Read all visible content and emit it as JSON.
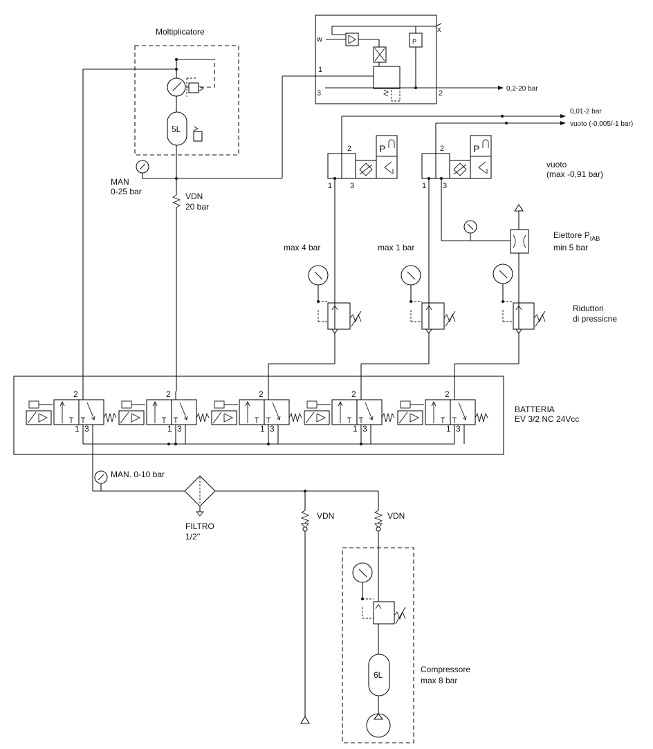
{
  "labels": {
    "moltiplicatore": "Moltiplicatore",
    "accumulator_5l": "5L",
    "man_line1": "MAN",
    "man_line2": "0-25 bar",
    "vdn_top_line1": "VDN",
    "vdn_top_line2": "20 bar",
    "out_020": "0,2-20 bar",
    "out_0012": "0,01-2 bar",
    "out_vuoto": "vuoto (-0,005/-1 bar)",
    "vuoto_line1": "vuoto",
    "vuoto_line2": "(max -0,91 bar)",
    "eiettore_line1": "Eiettore P",
    "eiettore_sub": "IAB",
    "eiettore_line2": "min 5 bar",
    "max4": "max 4 bar",
    "max1": "max 1 bar",
    "riduttori_line1": "Riduttori",
    "riduttori_line2": "di pressicne",
    "batteria_line1": "BATTERIA",
    "batteria_line2": "EV 3/2 NC 24Vcc",
    "man_010": "MAN. 0-10 bar",
    "filtro_line1": "FILTRO",
    "filtro_line2": "1/2''",
    "vdn_left": "VDN",
    "vdn_right": "VDN",
    "accumulator_6l": "6L",
    "compressore_line1": "Compressore",
    "compressore_line2": "max 8 bar",
    "port_w": "w",
    "port_x": "x",
    "port_1": "1",
    "port_2": "2",
    "port_3": "3",
    "p_letter": "P"
  }
}
